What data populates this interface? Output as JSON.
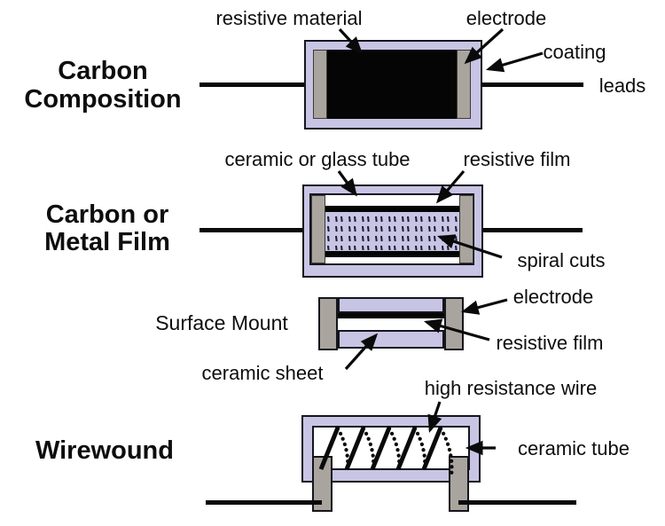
{
  "colors": {
    "coating_lavender": "#c7c4e4",
    "electrode_gray": "#a9a59e",
    "lead_black": "#0a0a0a",
    "background": "#ffffff"
  },
  "sections": [
    {
      "name": "Carbon Composition",
      "title_lines": [
        "Carbon",
        "Composition"
      ],
      "labels": {
        "resistive_material": "resistive material",
        "electrode": "electrode",
        "coating": "coating",
        "leads": "leads"
      }
    },
    {
      "name": "Carbon or Metal Film",
      "title_lines": [
        "Carbon or",
        "Metal Film"
      ],
      "labels": {
        "ceramic_or_glass_tube": "ceramic or glass tube",
        "resistive_film": "resistive film",
        "spiral_cuts": "spiral cuts"
      }
    },
    {
      "name": "Surface Mount",
      "title_lines": [
        "Surface Mount"
      ],
      "labels": {
        "electrode": "electrode",
        "resistive_film": "resistive film",
        "ceramic_sheet": "ceramic sheet"
      }
    },
    {
      "name": "Wirewound",
      "title_lines": [
        "Wirewound"
      ],
      "labels": {
        "high_resistance_wire": "high resistance wire",
        "ceramic_tube": "ceramic tube"
      }
    }
  ]
}
